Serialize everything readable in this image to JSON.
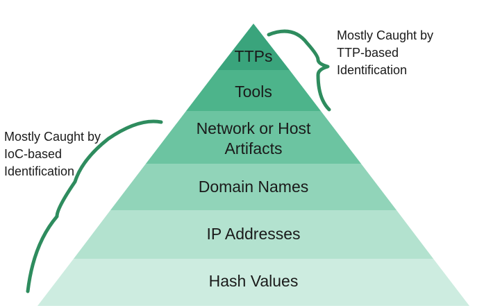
{
  "pyramid": {
    "levels": [
      {
        "lines": [
          "TTPs"
        ],
        "color": "#3aa47c"
      },
      {
        "lines": [
          "Tools"
        ],
        "color": "#4db48b"
      },
      {
        "lines": [
          "Network or Host",
          "Artifacts"
        ],
        "color": "#6cc4a1"
      },
      {
        "lines": [
          "Domain Names"
        ],
        "color": "#91d4b9"
      },
      {
        "lines": [
          "IP Addresses"
        ],
        "color": "#b3e2cf"
      },
      {
        "lines": [
          "Hash Values"
        ],
        "color": "#cdece0"
      }
    ]
  },
  "annotations": {
    "ttp": {
      "lines": [
        "Mostly Caught by",
        "TTP-based",
        "Identification"
      ]
    },
    "ioc": {
      "lines": [
        "Mostly Caught by",
        "IoC-based",
        "Identification"
      ]
    }
  },
  "brace_color": "#2e8c5e"
}
